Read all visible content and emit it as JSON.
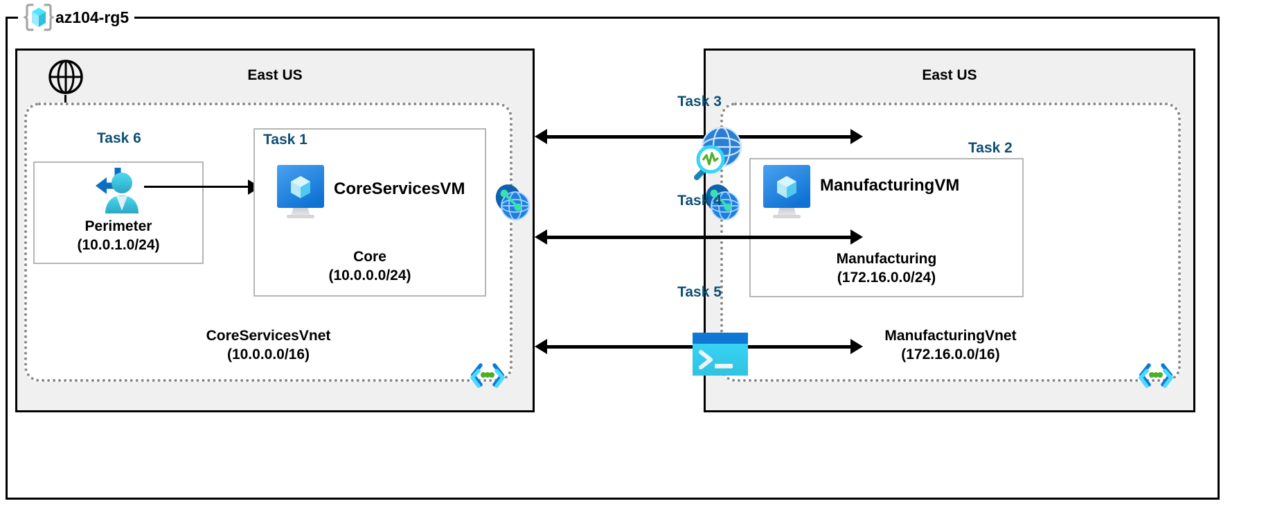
{
  "resource_group": {
    "name": "az104-rg5",
    "icon": "azure-resource-group-icon"
  },
  "regions": [
    {
      "id": "left",
      "title": "East US"
    },
    {
      "id": "right",
      "title": "East US"
    }
  ],
  "left_region": {
    "title": "East US",
    "internet_icon": "globe-icon",
    "vnet": {
      "name": "CoreServicesVnet",
      "cidr": "(10.0.0.0/16)",
      "dns_icon": "code-brackets-dns-icon",
      "peering_icon": "vnet-peering-icon"
    },
    "subnets": [
      {
        "task": "Task 6",
        "name": "Perimeter",
        "cidr": "(10.0.1.0/24)",
        "icon": "bastion-user-icon"
      },
      {
        "task": "Task 1",
        "name": "Core",
        "cidr": "(10.0.0.0/24)",
        "vm_name": "CoreServicesVM",
        "icon": "virtual-machine-icon"
      }
    ]
  },
  "right_region": {
    "title": "East US",
    "vnet": {
      "name": "ManufacturingVnet",
      "cidr": "(172.16.0.0/16)",
      "dns_icon": "code-brackets-dns-icon",
      "peering_icon": "vnet-peering-icon"
    },
    "subnets": [
      {
        "task": "Task 2",
        "name": "Manufacturing",
        "cidr": "(172.16.0.0/24)",
        "vm_name": "ManufacturingVM",
        "icon": "virtual-machine-icon"
      }
    ]
  },
  "connectors": [
    {
      "task": "Task 3",
      "icon": "network-watcher-icon"
    },
    {
      "task": "Task 4",
      "icon": "vnet-peering-icon"
    },
    {
      "task": "Task 5",
      "icon": "cloud-shell-terminal-icon"
    }
  ],
  "colors": {
    "task_label": "#0d4f75",
    "panel_bg": "#f0f0f0",
    "vnet_border": "#8a8a8a",
    "subnet_border": "#b5b5b5",
    "azure_blue": "#0078d4",
    "cyan": "#32bedd",
    "green": "#4caf28",
    "frame": "#000000"
  }
}
